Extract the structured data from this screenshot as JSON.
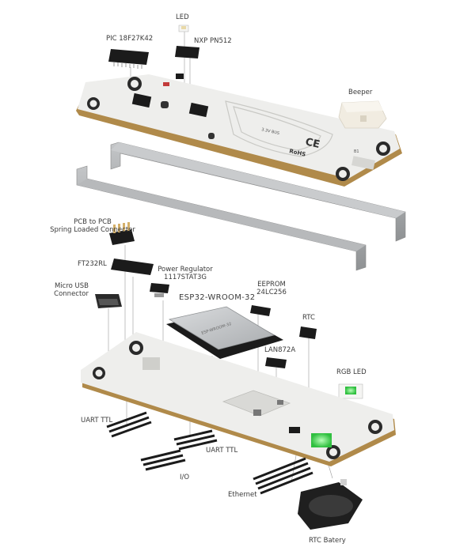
{
  "labels": {
    "led": "LED",
    "pic": "PIC 18F27K42",
    "nxp": "NXP PN512",
    "beeper": "Beeper",
    "pcb_to_pcb_1": "PCB to PCB",
    "pcb_to_pcb_2": "Spring Loaded Connector",
    "ft232rl": "FT232RL",
    "power_reg_1": "Power Regulator",
    "power_reg_2": "1117STAT3G",
    "micro_usb_1": "Micro USB",
    "micro_usb_2": "Connector",
    "eeprom_1": "EEPROM",
    "eeprom_2": "24LC256",
    "esp32": "ESP32-WROOM-32",
    "rtc": "RTC",
    "lan": "LAN872A",
    "rgb_led": "RGB LED",
    "uart_ttl_left": "UART TTL",
    "uart_ttl_mid": "UART TTL",
    "io": "I/O",
    "ethernet": "Ethernet",
    "rtc_battery": "RTC Batery"
  },
  "board_print": {
    "rohs": "RoHS",
    "ce": "CE",
    "b1": "B1",
    "module_text": "ESP-WROOM-32"
  },
  "colors": {
    "pcb_white": "#eeeeec",
    "pcb_edge": "#b08a4a",
    "chip_black": "#1b1b1b",
    "frame_grey": "#a6a8aa",
    "led_green": "#35d04a",
    "beeper_cream": "#f1ece1",
    "module_silver": "#c9cbcd"
  }
}
